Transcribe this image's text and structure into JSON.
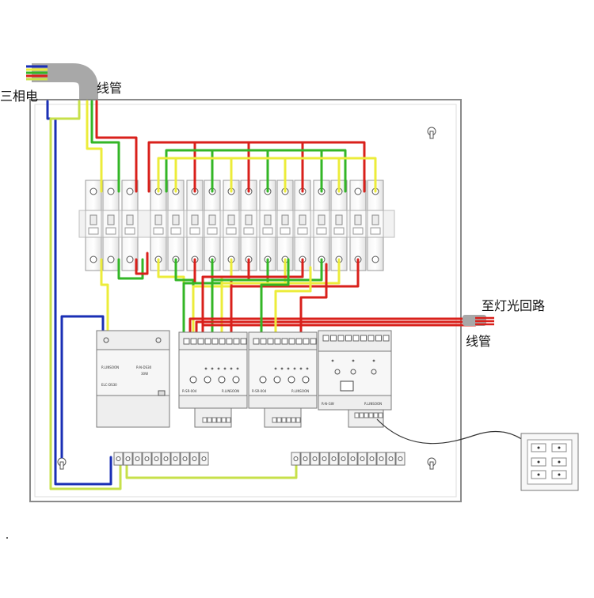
{
  "labels": {
    "three_phase": "三相电",
    "conduit_top": "线管",
    "to_lighting": "至灯光回路",
    "conduit_right": "线管"
  },
  "module_text": {
    "power_brand": "R.LINSOON",
    "power_model": "R-N-DS30",
    "power_rating": "30W",
    "power_sub": "ELC-DS30",
    "relay_brand": "R.LINSOON",
    "relay_model_a": "R-SR-004",
    "relay_model_b": "R-SR-004",
    "gateway_brand": "R.LINSOON",
    "gateway_model": "R-N-GW"
  },
  "colors": {
    "red": "#d9201b",
    "green": "#33b626",
    "yellow": "#ecec3a",
    "blue": "#1a2fb5",
    "yellow_green": "#c7e04a",
    "conduit_gray": "#a8a8a8",
    "panel_border": "#8a8a8a"
  },
  "icons": {
    "mount_hole": "keyhole-icon",
    "keypad": "wall-keypad-icon",
    "rj45": "network-port-icon"
  }
}
